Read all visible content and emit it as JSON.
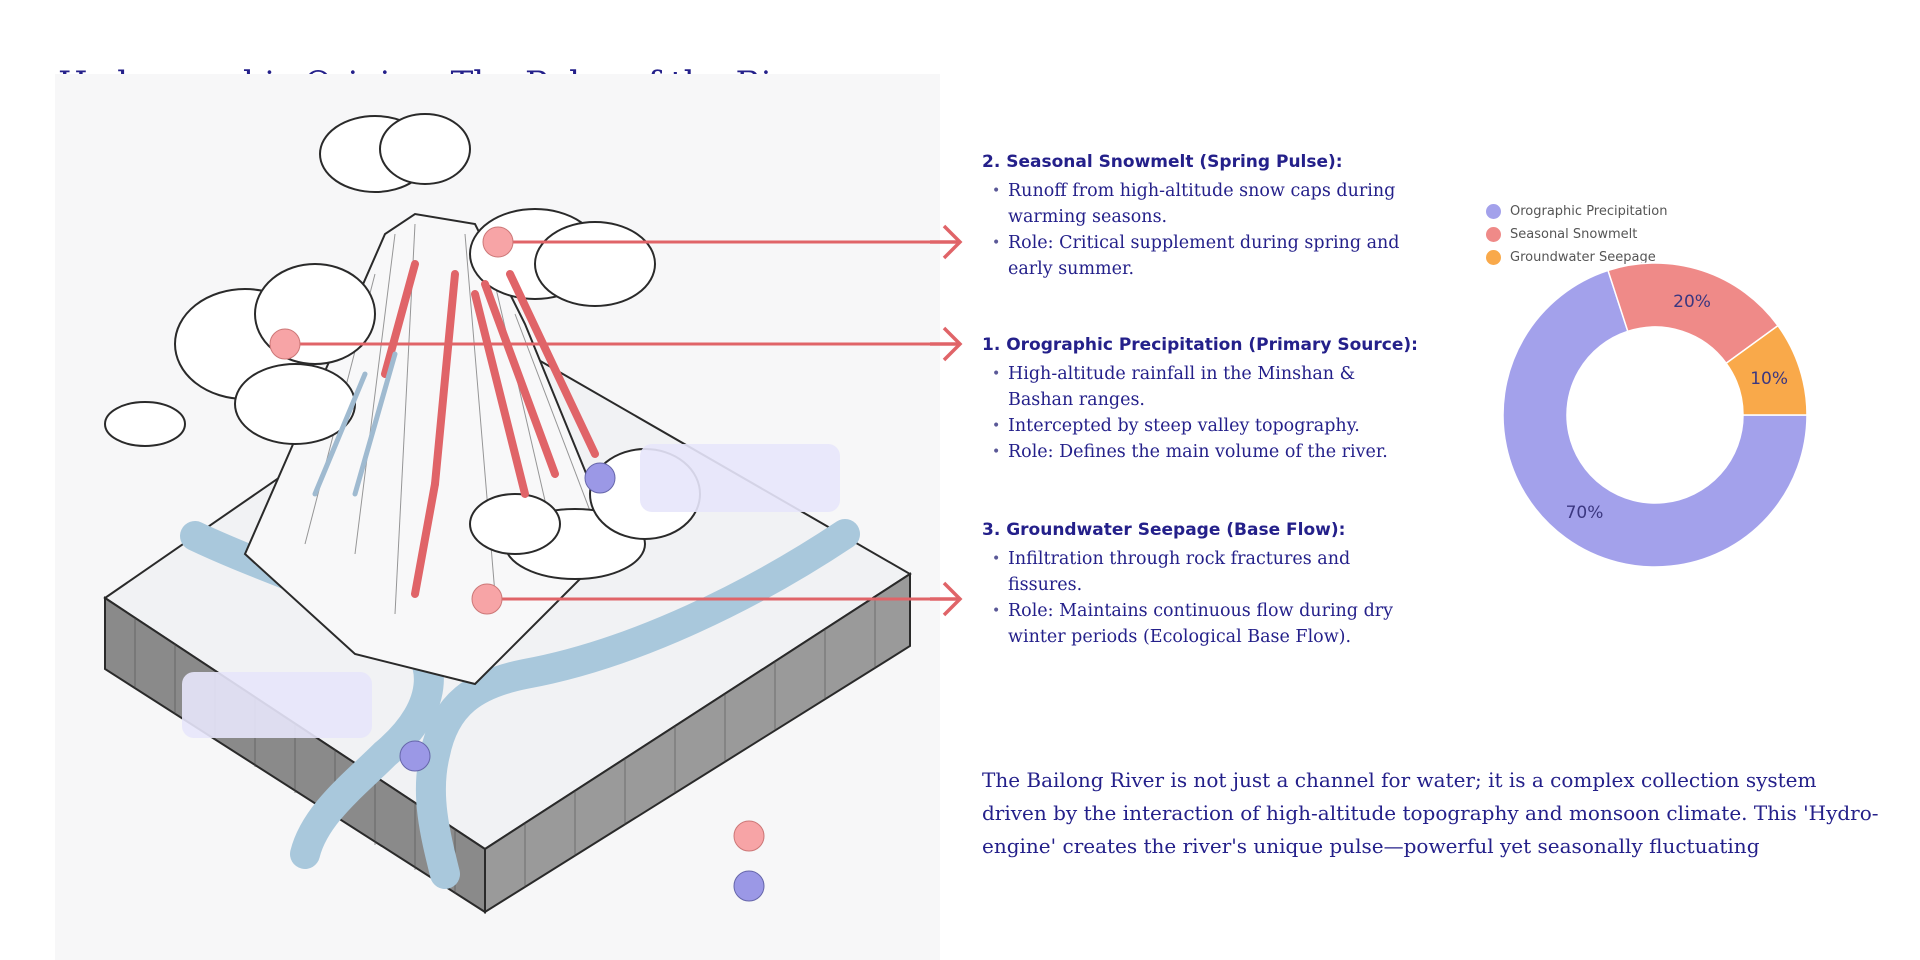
{
  "page": {
    "title": "Hydrographic Origins: The Pulse of the River"
  },
  "sections": [
    {
      "heading": "2. Seasonal Snowmelt (Spring Pulse):",
      "bullets": [
        "Runoff from high-altitude snow caps during warming seasons.",
        "Role: Critical supplement during spring and early summer."
      ]
    },
    {
      "heading": "1. Orographic Precipitation (Primary Source):",
      "bullets": [
        "High-altitude rainfall in the Minshan & Bashan ranges.",
        "Intercepted by steep valley topography.",
        "Role: Defines the main volume of the river."
      ]
    },
    {
      "heading": "3. Groundwater Seepage (Base Flow):",
      "bullets": [
        "Infiltration through rock fractures and fissures.",
        "Role: Maintains continuous flow during dry winter periods (Ecological Base Flow)."
      ]
    }
  ],
  "summary": "The Bailong River is not just a channel for water; it is a complex collection system driven by the interaction of high-altitude topography and monsoon climate. This 'Hydro-engine' creates the river's unique pulse—powerful yet seasonally fluctuating",
  "colors": {
    "title": "#24208a",
    "coral": "#e06468",
    "pink_marker": "#f7a4a6",
    "purple_marker": "#9b98e6",
    "river": "#a9c8dc"
  },
  "chart_data": {
    "type": "pie",
    "donut": true,
    "categories": [
      "Orographic Precipitation",
      "Seasonal Snowmelt",
      "Groundwater Seepage"
    ],
    "values": [
      70,
      20,
      10
    ],
    "labels": [
      "70%",
      "20%",
      "10%"
    ],
    "colors": [
      "#a3a1eb",
      "#ef8a88",
      "#f9a94a"
    ],
    "legend_position": "top"
  }
}
